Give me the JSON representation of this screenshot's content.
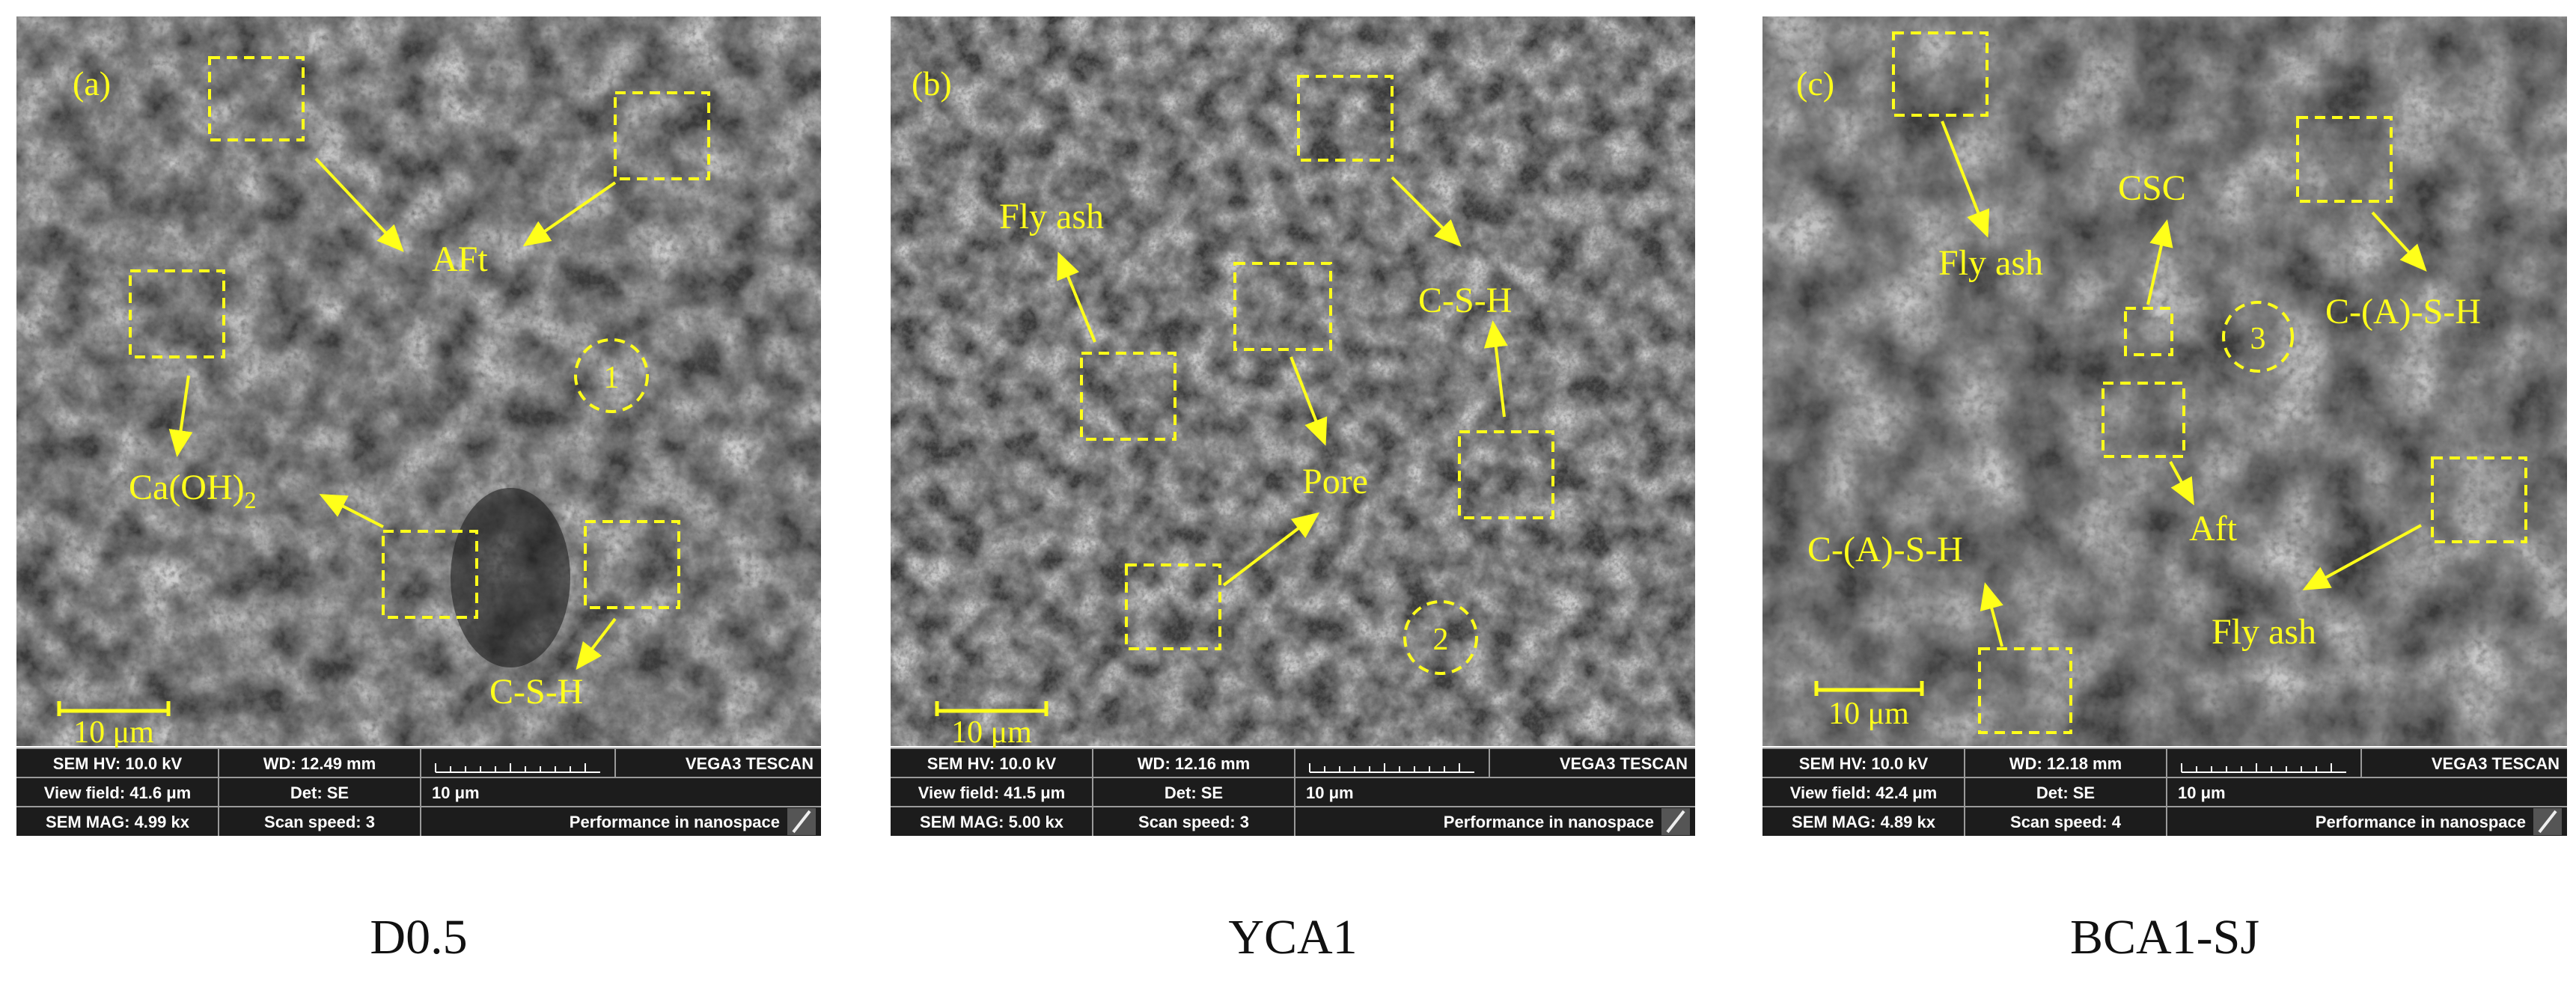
{
  "panels": [
    {
      "letter": "(a)",
      "circle_label": "1",
      "scalebar": "10 μm",
      "caption": "D0.5",
      "labels": [
        "AFt",
        "Ca(OH)",
        "2",
        "C-S-H"
      ],
      "info": {
        "hv": "SEM HV: 10.0 kV",
        "wd": "WD: 12.49 mm",
        "vf": "View field: 41.6 μm",
        "det": "Det: SE",
        "mag": "SEM MAG: 4.99 kx",
        "scan": "Scan speed: 3",
        "bar": "10 μm",
        "brand": "VEGA3 TESCAN",
        "slogan": "Performance in nanospace"
      }
    },
    {
      "letter": "(b)",
      "circle_label": "2",
      "scalebar": "10 μm",
      "caption": "YCA1",
      "labels": [
        "Fly ash",
        "C-S-H",
        "Pore"
      ],
      "info": {
        "hv": "SEM HV: 10.0 kV",
        "wd": "WD: 12.16 mm",
        "vf": "View field: 41.5 μm",
        "det": "Det: SE",
        "mag": "SEM MAG: 5.00 kx",
        "scan": "Scan speed: 3",
        "bar": "10 μm",
        "brand": "VEGA3 TESCAN",
        "slogan": "Performance in nanospace"
      }
    },
    {
      "letter": "(c)",
      "circle_label": "3",
      "scalebar": "10 μm",
      "caption": "BCA1-SJ",
      "labels": [
        "Fly ash",
        "CSC",
        "C-(A)-S-H",
        "Aft",
        "C-(A)-S-H",
        "Fly ash"
      ],
      "info": {
        "hv": "SEM HV: 10.0 kV",
        "wd": "WD: 12.18 mm",
        "vf": "View field: 42.4 μm",
        "det": "Det: SE",
        "mag": "SEM MAG: 4.89 kx",
        "scan": "Scan speed: 4",
        "bar": "10 μm",
        "brand": "VEGA3 TESCAN",
        "slogan": "Performance in nanospace"
      }
    }
  ],
  "colors": {
    "annotation": "#ffff1a",
    "info_bg": "#1c1c1c"
  }
}
